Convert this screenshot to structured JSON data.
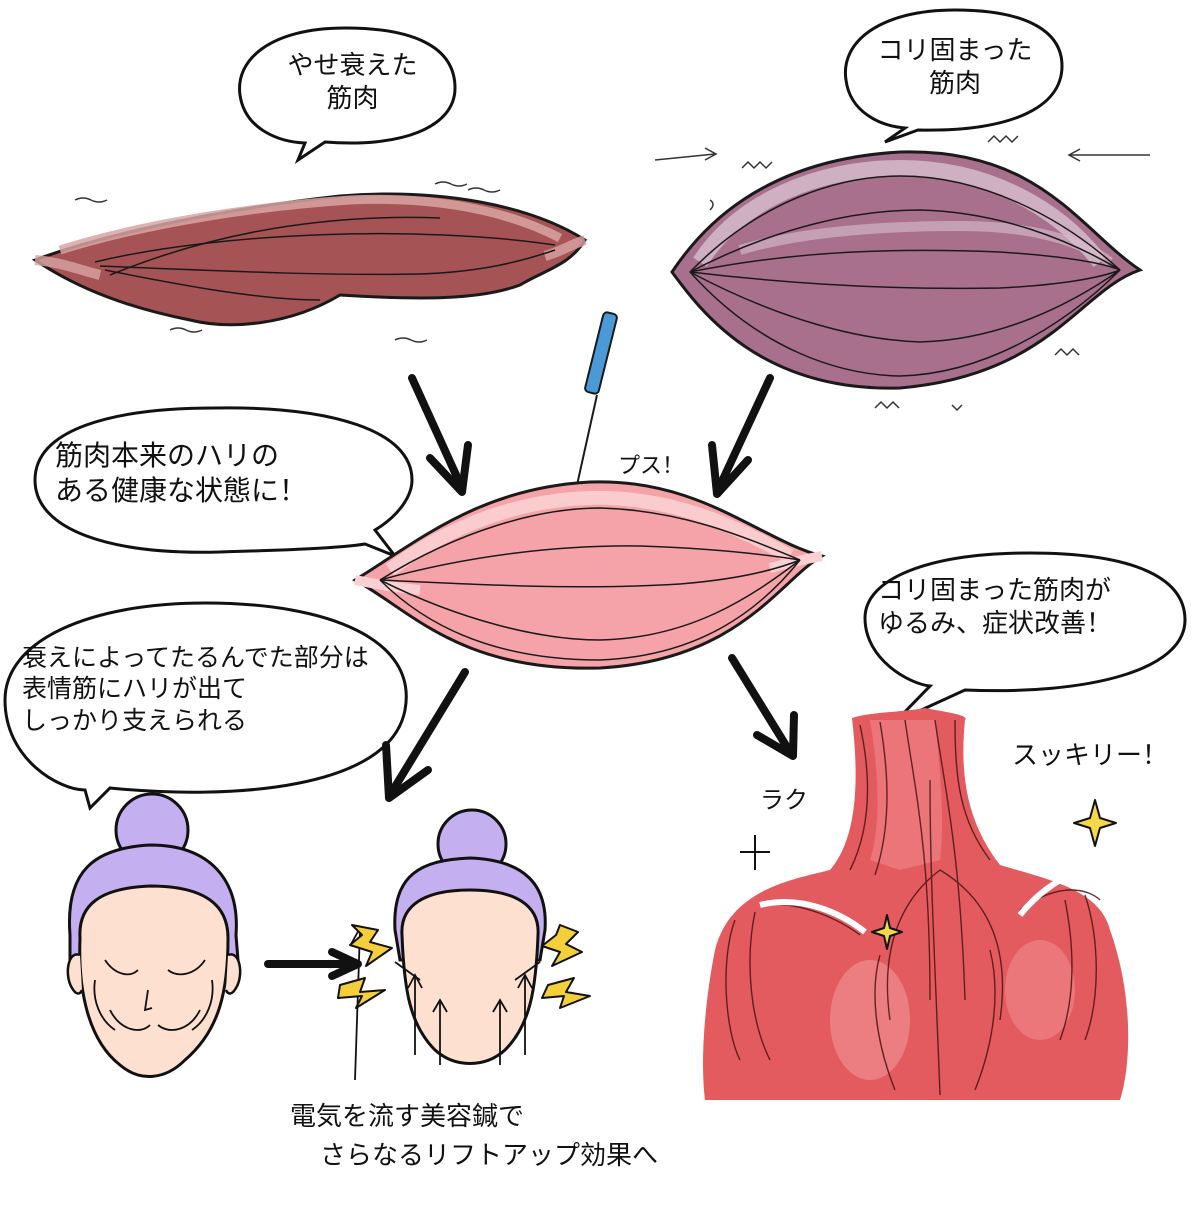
{
  "bubbles": {
    "wasted": {
      "lines": [
        "やせ衰えた",
        "筋肉"
      ]
    },
    "stiff": {
      "lines": [
        "コリ固まった",
        "筋肉"
      ]
    },
    "healthy": {
      "lines": [
        "筋肉本来のハリの",
        "ある健康な状態に！"
      ]
    },
    "sagging": {
      "lines": [
        "衰えによってたるんでた部分は",
        "表情筋にハリが出て",
        "しっかり支えられる"
      ]
    },
    "relieved": {
      "lines": [
        "コリ固まった筋肉が",
        "ゆるみ、症状改善！"
      ]
    }
  },
  "labels": {
    "pusu": "プス！",
    "raku": "ラク",
    "sukkiri": "スッキリー！",
    "caption_line1": "電気を流す美容鍼で",
    "caption_line2": "さらなるリフトアップ効果へ"
  },
  "colors": {
    "wasted_muscle": "#a65355",
    "stiff_muscle": "#a9708d",
    "healthy_muscle": "#f5a3a8",
    "shoulder_muscle": "#e45b5f",
    "hair": "#c4b0f0",
    "skin": "#fde0d0",
    "lightning": "#f4cf3a",
    "needle": "#4a9ad8"
  },
  "icons": [
    "needle-icon",
    "sparkle-icon",
    "lightning-icon",
    "arrow-icon"
  ]
}
